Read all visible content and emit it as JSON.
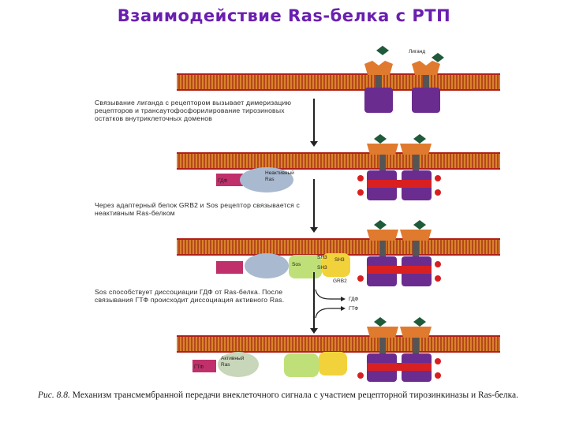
{
  "title": "Взаимодействие Ras-белка с РТП",
  "labels": {
    "ligand": "Лиганд",
    "inactive_ras": "Неактивный Ras",
    "gdp": "ГДФ",
    "gtp": "ГТФ",
    "sh3_a": "SH3",
    "sh3_b": "SH3",
    "sh3_c": "SH3",
    "sos": "Sos",
    "grb2": "GRB2",
    "active_ras": "Активный Ras"
  },
  "steps": [
    "Связывание лиганда с рецептором вызывает димеризацию рецепторов и трансаутофосфорилирование тирозиновых остатков внутриклеточных доменов",
    "Через адаптерный белок GRB2 и Sos рецептор связывается с неактивным Ras-белком",
    "Sos способствует диссоциации ГДФ от Ras-белка. После связывания ГТФ происходит диссоциация активного Ras."
  ],
  "caption": {
    "prefix": "Рис. 8.8.",
    "text": "Механизм трансмембранной передачи внеклеточного сигнала с участием рецепторной тирозинкиназы и Ras-белка."
  },
  "colors": {
    "title": "#6a1fb0",
    "receptor_head": "#e07a2e",
    "receptor_tail": "#6b2c8f",
    "phospho": "#d92020",
    "ligand": "#1f5a3a",
    "ras_inactive": "#a9b9cf",
    "ras_active": "#c8d6b9",
    "sos": "#bfe078",
    "grb2": "#f2d23a",
    "gdp": "#c0306a"
  }
}
